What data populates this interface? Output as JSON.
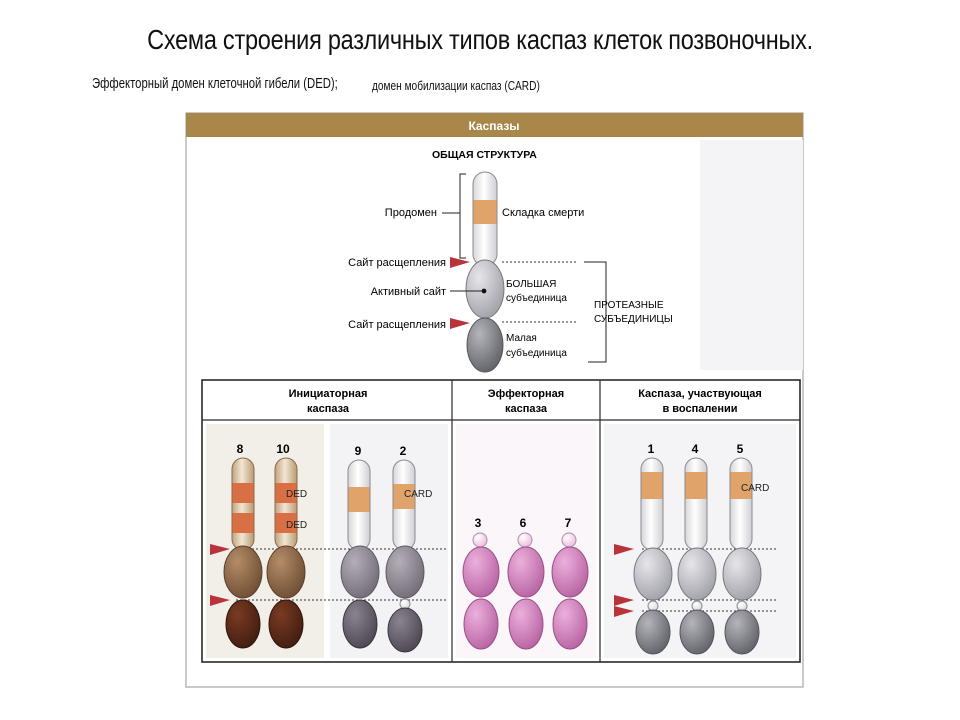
{
  "title": "Схема строения различных типов каспаз клеток позвоночных.",
  "subtitle": {
    "ded": "Эффекторный домен клеточной гибели (DED);",
    "card": "домен мобилизации каспаз (CARD)"
  },
  "banner": "Каспазы",
  "general": {
    "heading": "ОБЩАЯ СТРУКТУРА",
    "prodomain": "Продомен",
    "death_fold": "Складка смерти",
    "cleavage_site": "Сайт расщепления",
    "active_site": "Активный сайт",
    "large_1": "БОЛЬШАЯ",
    "large_2": "субъединица",
    "small_1": "Малая",
    "small_2": "субъединица",
    "protease_1": "ПРОТЕАЗНЫЕ",
    "protease_2": "СУБЪЕДИНИЦЫ"
  },
  "groups": {
    "initiator_1": "Инициаторная",
    "initiator_2": "каспаза",
    "effector_1": "Эффекторная",
    "effector_2": "каспаза",
    "inflam_1": "Каспаза, участвующая",
    "inflam_2": "в воспалении"
  },
  "caspases": {
    "c8": "8",
    "c10": "10",
    "c9": "9",
    "c2": "2",
    "c3": "3",
    "c6": "6",
    "c7": "7",
    "c1": "1",
    "c4": "4",
    "c5": "5"
  },
  "domain_labels": {
    "ded": "DED",
    "card": "CARD"
  },
  "colors": {
    "banner": "#a9874a",
    "prodomain_band": "#e0a46a",
    "ded_band": "#d96f45",
    "initiator_large": "#8b6446",
    "initiator_small": "#4f2618",
    "card_initiator_large": "#8d8592",
    "card_initiator_small": "#5b5660",
    "effector": "#d57fbe",
    "inflammatory_large": "#bcbcc3",
    "inflammatory_small": "#76767e",
    "arrow": "#b8333a"
  }
}
